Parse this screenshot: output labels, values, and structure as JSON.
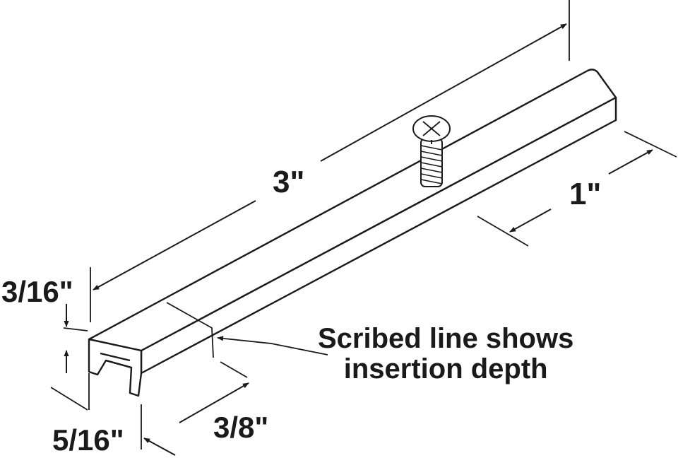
{
  "dimensions": {
    "length": "3\"",
    "width": "1\"",
    "height": "3/16\"",
    "channel_width": "5/16\"",
    "insertion_depth": "3/8\""
  },
  "callout": {
    "line1": "Scribed line shows",
    "line2": "insertion depth"
  }
}
